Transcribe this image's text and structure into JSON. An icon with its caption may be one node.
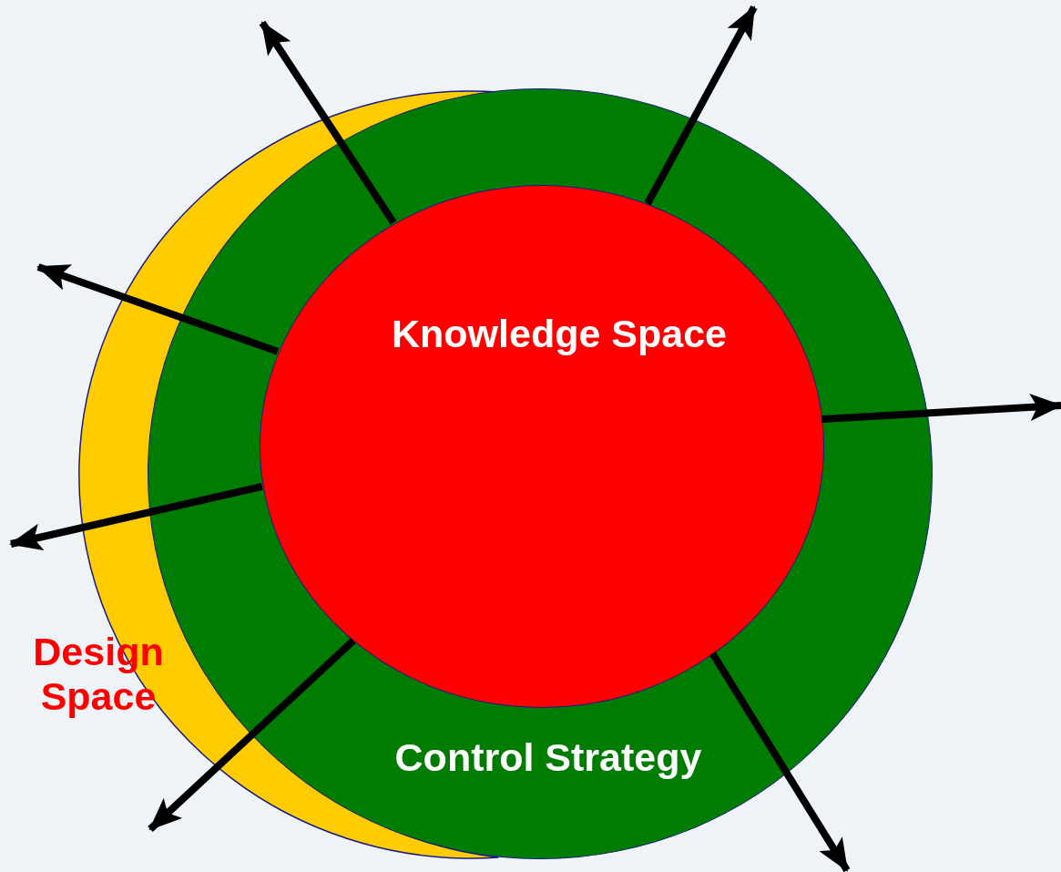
{
  "diagram": {
    "nodes": [
      {
        "text": [
          "Design Space"
        ]
      },
      {
        "text": [
          "Control Strategy"
        ]
      },
      {
        "text": [
          "Knowledge Space"
        ],
        "in": 1
      }
    ],
    "edges": [
      {
        "from": 2,
        "to": null,
        "arrow": "to"
      },
      {
        "from": 2,
        "to": null,
        "arrow": "to"
      },
      {
        "from": 2,
        "to": null,
        "arrow": "to"
      },
      {
        "from": 2,
        "to": null,
        "arrow": "to"
      },
      {
        "from": 2,
        "to": null,
        "arrow": "to"
      },
      {
        "from": 2,
        "to": null,
        "arrow": "to"
      },
      {
        "from": 2,
        "to": null,
        "arrow": "to"
      }
    ]
  }
}
